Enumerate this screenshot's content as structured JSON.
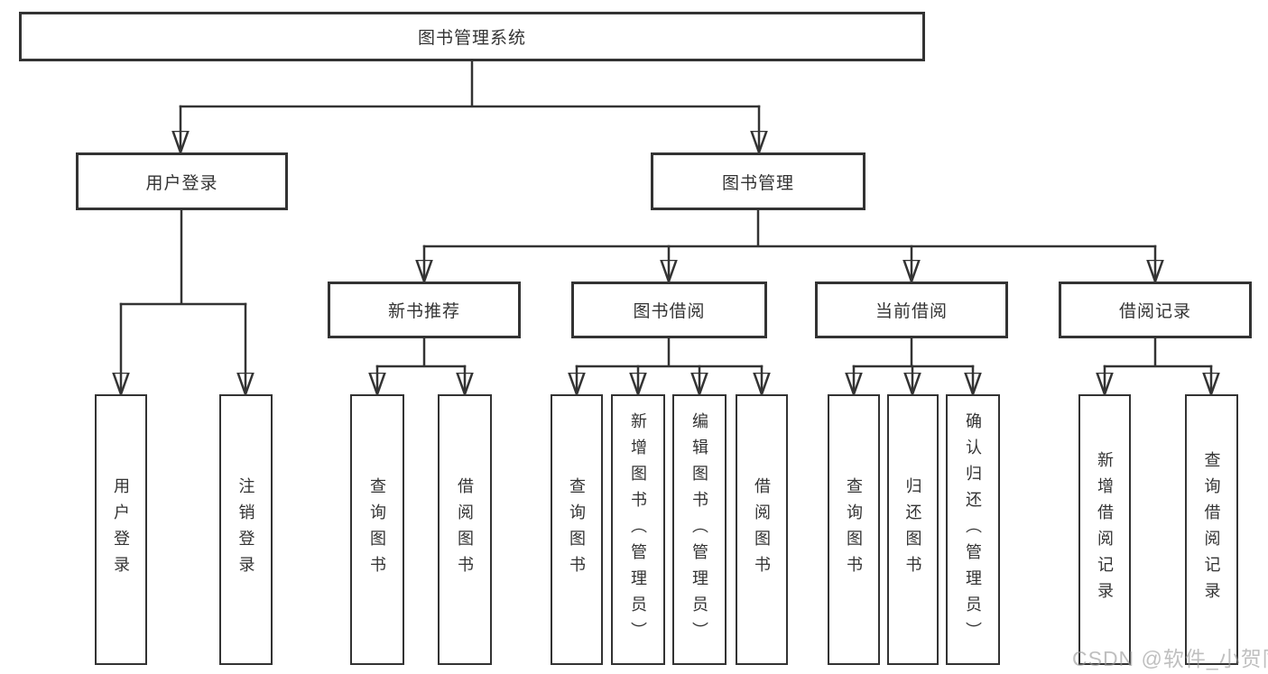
{
  "diagram": {
    "title": "图书管理系统",
    "line_color": "#333333",
    "level2": {
      "user_login": "用户登录",
      "book_mgmt": "图书管理"
    },
    "level3": {
      "new_rec": "新书推荐",
      "borrow": "图书借阅",
      "current": "当前借阅",
      "record": "借阅记录"
    },
    "leaves": {
      "login": [
        "用户登录",
        "注销登录"
      ],
      "rec": [
        "查询图书",
        "借阅图书"
      ],
      "borrow": [
        "查询图书",
        "新增图书（管理员）",
        "编辑图书（管理员）",
        "借阅图书"
      ],
      "current": [
        "查询图书",
        "归还图书",
        "确认归还（管理员）"
      ],
      "record": [
        "新增借阅记录",
        "查询借阅记录"
      ]
    }
  },
  "watermark": "CSDN @软件_小贺同学"
}
